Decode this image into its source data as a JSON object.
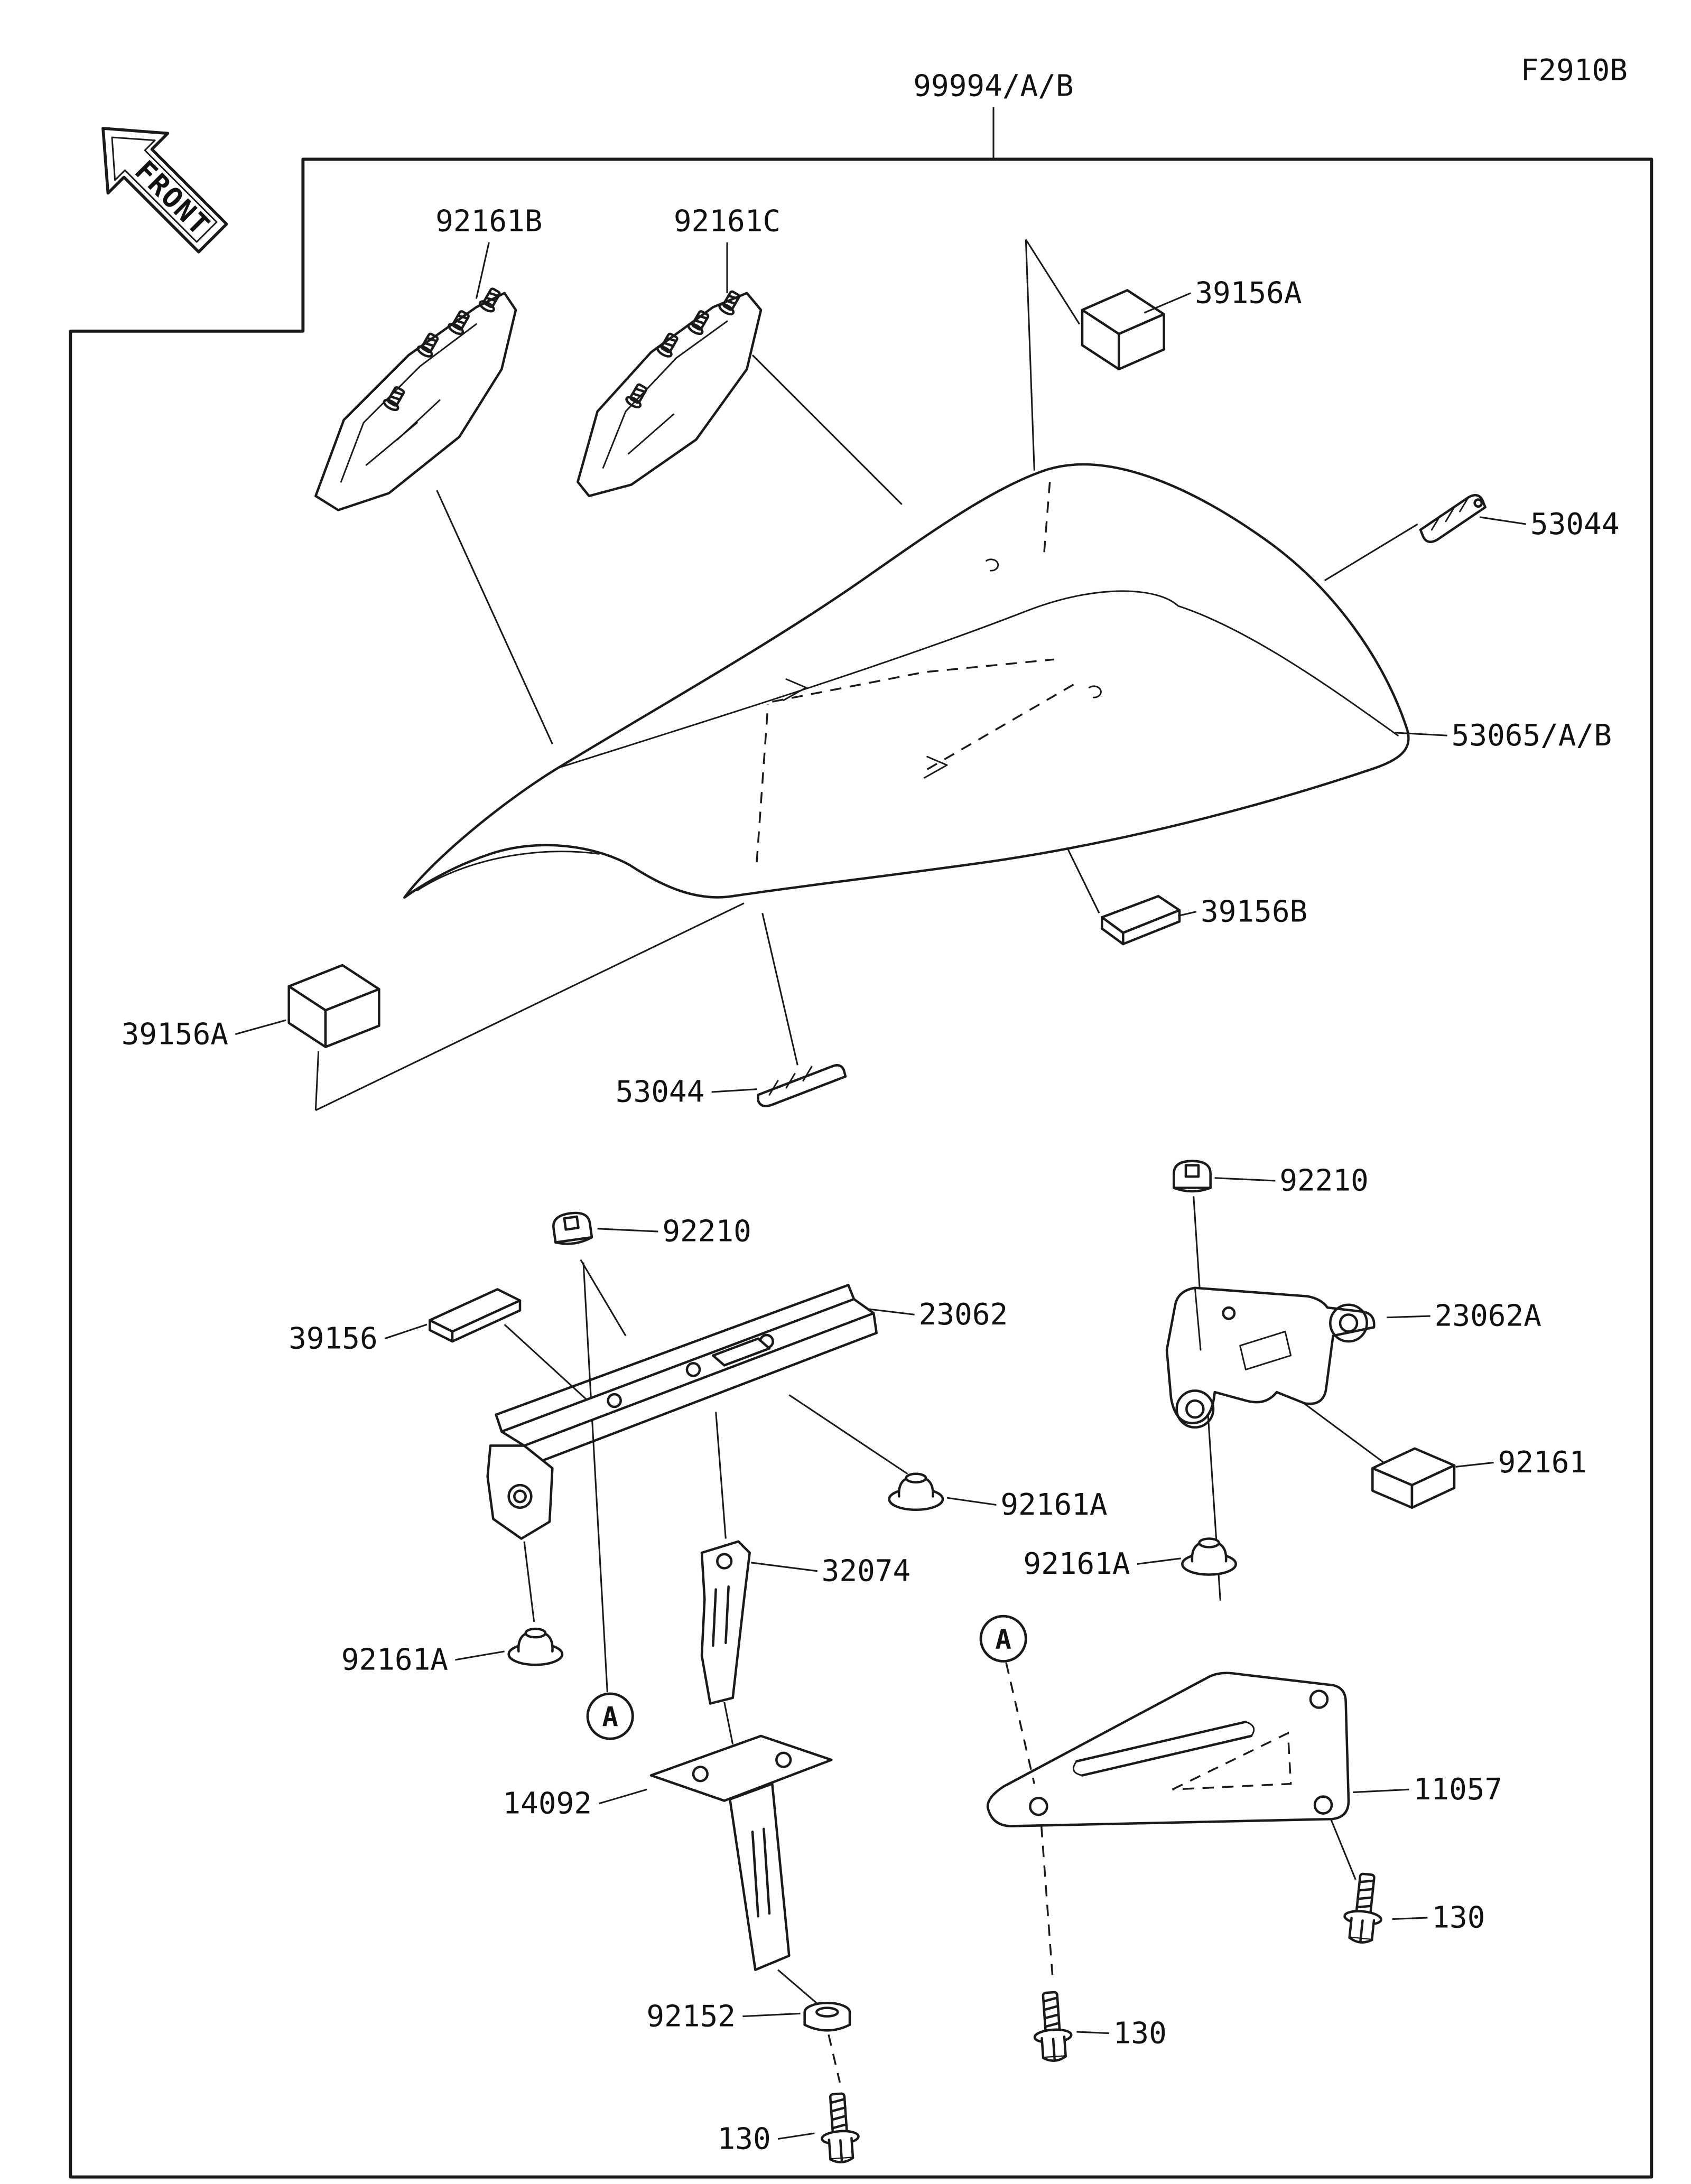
{
  "figure_code": "F2910B",
  "assembly": "99994/A/B",
  "front_arrow": "FRONT",
  "marker_a": "A",
  "parts": {
    "p92161B": "92161B",
    "p92161C": "92161C",
    "p39156A_top": "39156A",
    "p53044_top": "53044",
    "p53065": "53065/A/B",
    "p39156B": "39156B",
    "p39156A_left": "39156A",
    "p53044_mid": "53044",
    "p92210_right": "92210",
    "p92210_mid": "92210",
    "p39156": "39156",
    "p23062": "23062",
    "p23062A": "23062A",
    "p92161A_mid": "92161A",
    "p92161": "92161",
    "p92161A_right": "92161A",
    "p32074": "32074",
    "p92161A_left": "92161A",
    "p14092": "14092",
    "p11057": "11057",
    "p130_right": "130",
    "p92152": "92152",
    "p130_mid": "130",
    "p130_left": "130"
  }
}
